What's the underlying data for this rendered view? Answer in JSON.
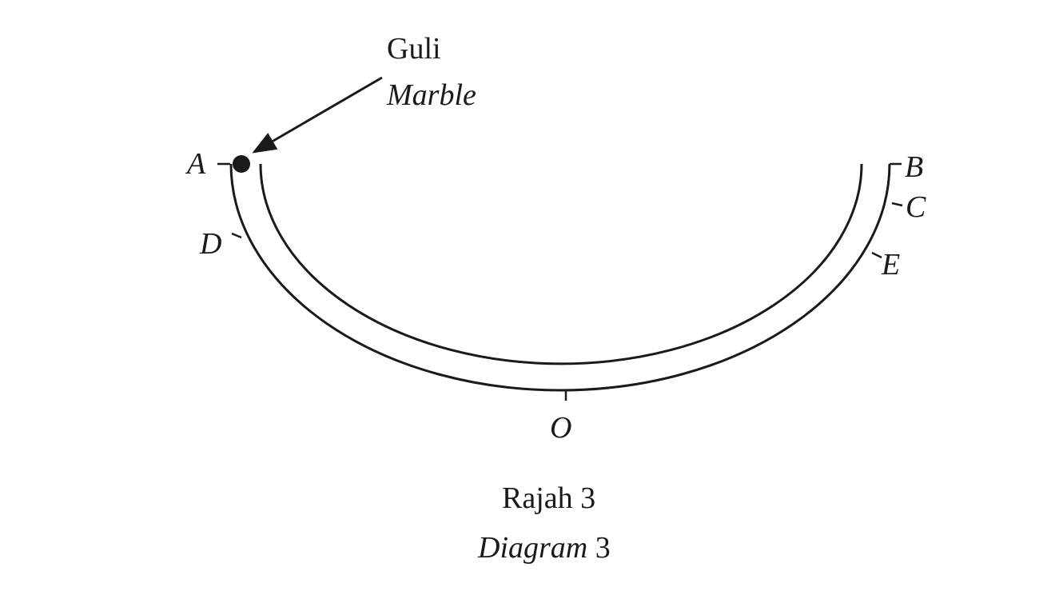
{
  "marble_label": {
    "malay": "Guli",
    "english": "Marble"
  },
  "points": {
    "A": "A",
    "B": "B",
    "C": "C",
    "D": "D",
    "E": "E",
    "O": "O"
  },
  "caption": {
    "malay": "Rajah 3",
    "english_word": "Diagram",
    "number": "3"
  }
}
